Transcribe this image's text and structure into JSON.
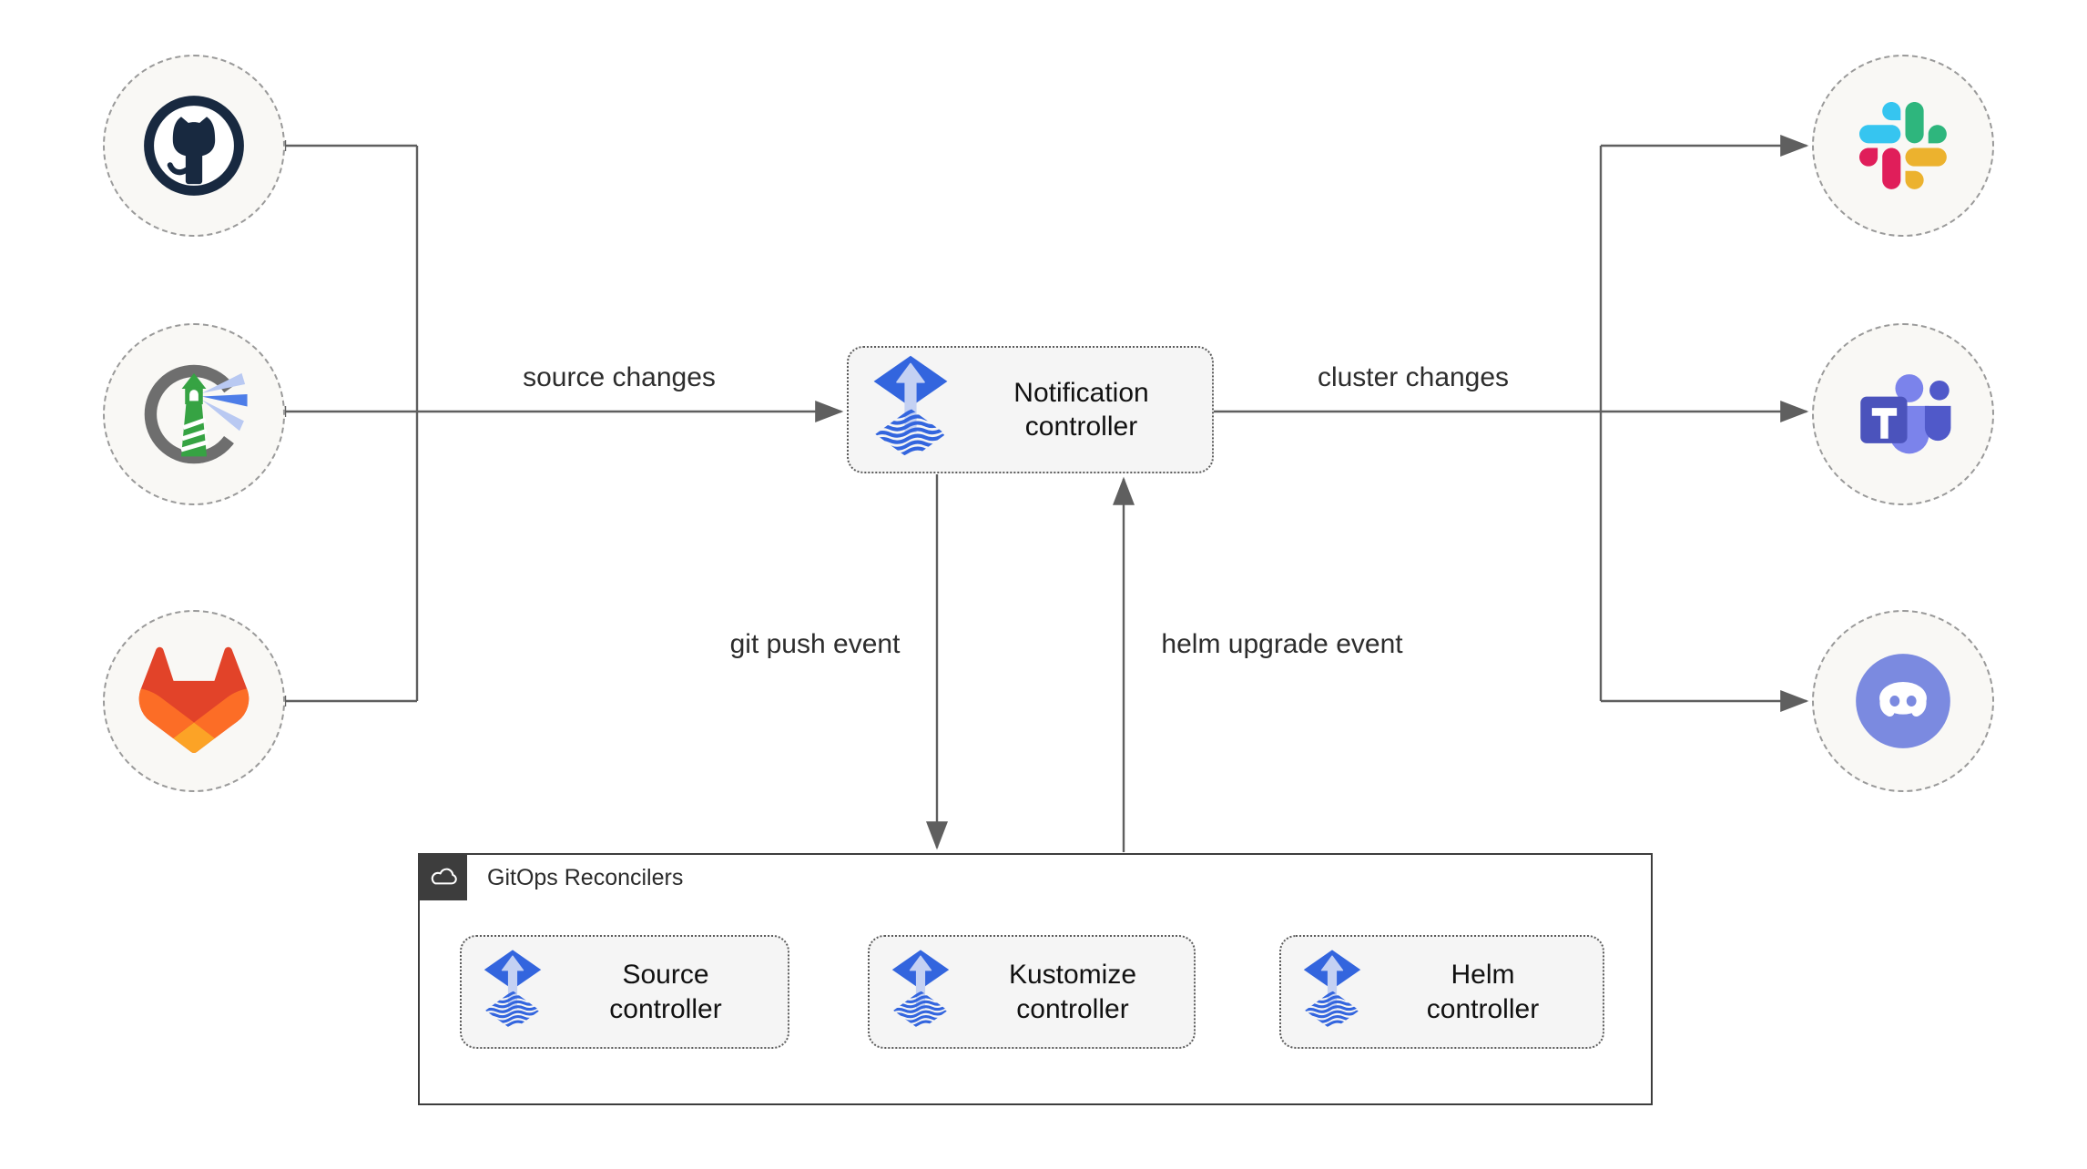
{
  "diagram": {
    "source_nodes": [
      {
        "icon": "github-icon"
      },
      {
        "icon": "harbor-icon"
      },
      {
        "icon": "gitlab-icon"
      }
    ],
    "target_nodes": [
      {
        "icon": "slack-icon"
      },
      {
        "icon": "teams-icon"
      },
      {
        "icon": "discord-icon"
      }
    ],
    "notification_controller": {
      "line1": "Notification",
      "line2": "controller"
    },
    "edges": {
      "source_changes": "source changes",
      "cluster_changes": "cluster changes",
      "git_push_event": "git push event",
      "helm_upgrade_event": "helm upgrade event"
    },
    "reconcilers": {
      "label": "GitOps Reconcilers",
      "badge_icon": "cloud-icon",
      "controllers": [
        {
          "line1": "Source",
          "line2": "controller"
        },
        {
          "line1": "Kustomize",
          "line2": "controller"
        },
        {
          "line1": "Helm",
          "line2": "controller"
        }
      ]
    },
    "colors": {
      "flux_blue": "#3365de",
      "flux_arrow_light": "#c4d1f3",
      "wire_gray": "#5f5f5f",
      "node_fill": "#f9f8f5",
      "node_border": "#9a9a9a",
      "box_fill": "#f5f5f5",
      "box_border": "#5c5c5c",
      "group_border": "#3d3d3d",
      "github_dark": "#182940",
      "harbor_green": "#36a343",
      "slack_blue": "#36c5f0",
      "slack_green": "#2eb67d",
      "slack_yellow": "#ecb22e",
      "slack_red": "#e01e5a",
      "teams_indigo": "#4b53bc",
      "teams_light": "#7b83eb",
      "teams_mid": "#5059c9",
      "discord_blurple": "#7b8ae0"
    }
  }
}
